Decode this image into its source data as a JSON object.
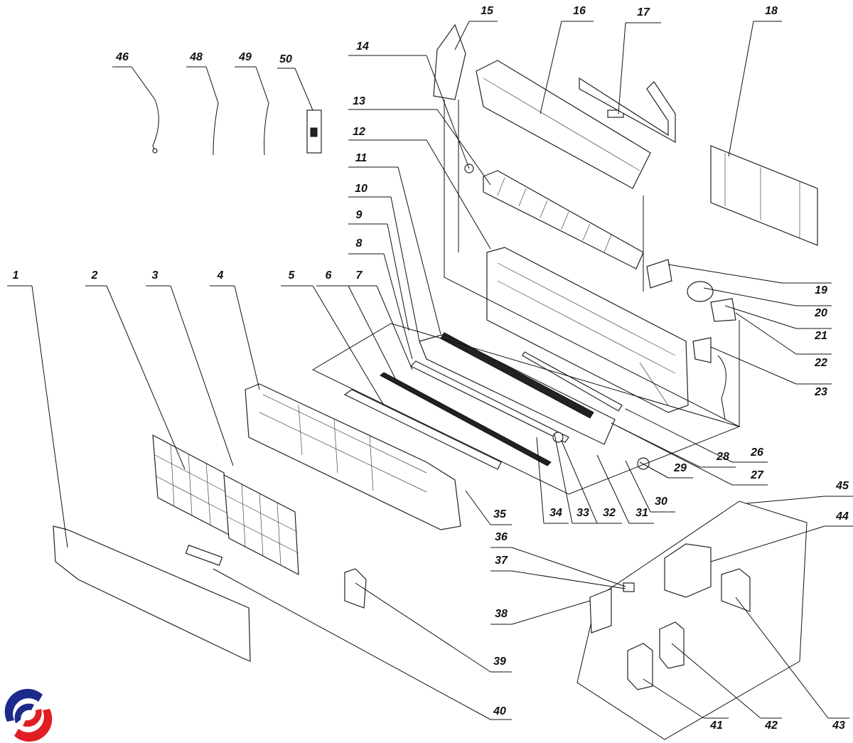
{
  "diagram": {
    "part_labels": [
      "1",
      "2",
      "3",
      "4",
      "5",
      "6",
      "7",
      "8",
      "9",
      "10",
      "11",
      "12",
      "13",
      "14",
      "15",
      "16",
      "17",
      "18",
      "19",
      "20",
      "21",
      "22",
      "23",
      "26",
      "27",
      "28",
      "29",
      "30",
      "31",
      "32",
      "33",
      "34",
      "35",
      "36",
      "37",
      "38",
      "39",
      "40",
      "41",
      "42",
      "43",
      "44",
      "45",
      "46",
      "48",
      "49",
      "50"
    ],
    "logo": {
      "name": "brand-swirl-logo",
      "colors": [
        "#1c2a8c",
        "#e01e24"
      ]
    }
  }
}
